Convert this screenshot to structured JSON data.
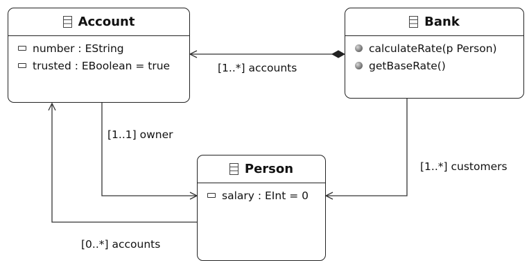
{
  "classes": {
    "account": {
      "name": "Account",
      "attributes": [
        "number : EString",
        "trusted : EBoolean = true"
      ]
    },
    "bank": {
      "name": "Bank",
      "operations": [
        "calculateRate(p Person)",
        "getBaseRate()"
      ]
    },
    "person": {
      "name": "Person",
      "attributes": [
        "salary : EInt = 0"
      ]
    }
  },
  "associations": {
    "bank_accounts": "[1..*] accounts",
    "account_owner": "[1..1] owner",
    "bank_customers": "[1..*] customers",
    "person_accounts": "[0..*] accounts"
  },
  "icons": {
    "class": "class-icon",
    "attribute": "attribute-icon",
    "operation": "operation-icon"
  }
}
